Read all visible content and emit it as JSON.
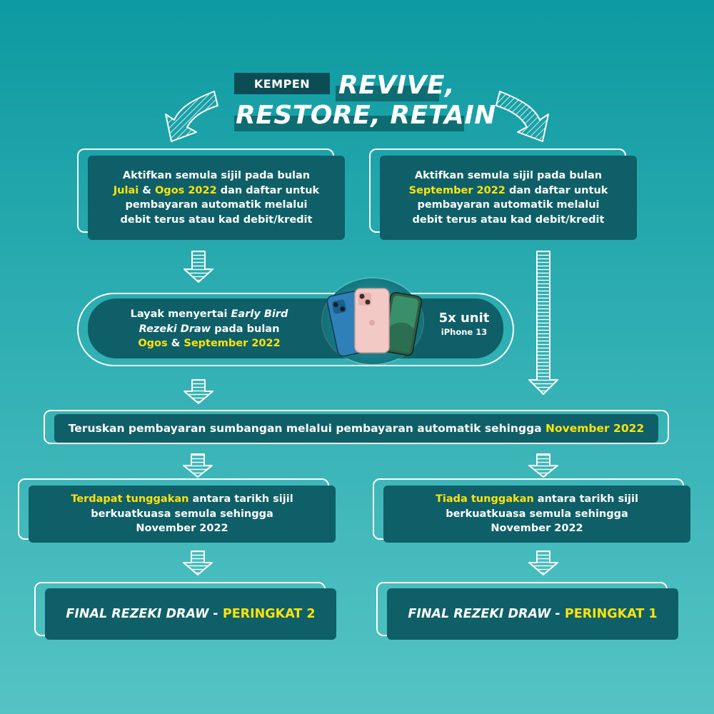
{
  "header": {
    "tag": "KEMPEN",
    "title_line1": "REVIVE,",
    "title_line2": "RESTORE, RETAIN"
  },
  "top_left": {
    "l1": "Aktifkan semula sijil pada bulan",
    "l2_h1": "Julai",
    "l2_amp": " & ",
    "l2_h2": "Ogos 2022",
    "l2_rest": " dan daftar untuk",
    "l3": "pembayaran automatik melalui",
    "l4": "debit terus atau kad debit/kredit"
  },
  "top_right": {
    "l1": "Aktifkan semula sijil pada bulan",
    "l2_h": "September 2022",
    "l2_rest": " dan daftar untuk",
    "l3": "pembayaran automatik melalui",
    "l4": "debit terus atau kad debit/kredit"
  },
  "early_bird": {
    "l1_pre": "Layak menyertai ",
    "l1_it": "Early Bird",
    "l2_it": "Rezeki Draw",
    "l2_rest": " pada bulan",
    "l3_h1": "Ogos",
    "l3_amp": " & ",
    "l3_h2": "September 2022"
  },
  "prize": {
    "count": "5x unit",
    "model": "iPhone 13",
    "colors": [
      "#2f7fb8",
      "#f3c9c6",
      "#2f5d43"
    ]
  },
  "continue_bar": {
    "text": "Teruskan pembayaran sumbangan melalui pembayaran automatik sehingga ",
    "highlight": "November 2022"
  },
  "left_outcome": {
    "l1_h": "Terdapat tunggakan",
    "l1_rest": " antara tarikh sijil",
    "l2": "berkuatkuasa semula sehingga",
    "l3": "November 2022"
  },
  "right_outcome": {
    "l1_h": "Tiada tunggakan",
    "l1_rest": " antara tarikh sijil",
    "l2": "berkuatkuasa semula sehingga",
    "l3": "November 2022"
  },
  "final_left": {
    "pre": "FINAL REZEKI DRAW - ",
    "highlight": "PERINGKAT 2"
  },
  "final_right": {
    "pre": "FINAL REZEKI DRAW - ",
    "highlight": "PERINGKAT 1"
  },
  "colors": {
    "highlight": "#ffe30a",
    "panel": "#0f5f69",
    "tag": "#0c4d55"
  }
}
